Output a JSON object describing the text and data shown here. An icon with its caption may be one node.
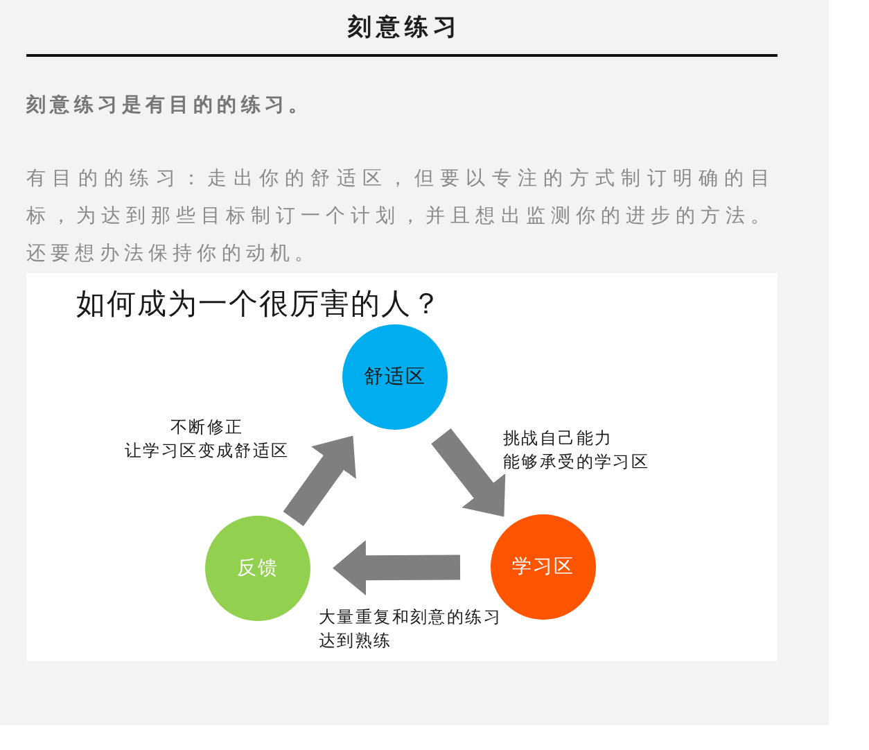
{
  "diagram": {
    "title": "刻意练习",
    "nodes": [
      {
        "text": [
          "舒适区"
        ]
      },
      {
        "text": [
          "学习区"
        ]
      },
      {
        "text": [
          "反馈"
        ]
      }
    ],
    "edges": [
      {
        "from": 0,
        "to": 1,
        "arrow": "to",
        "label": "挑战自己能力能够承受的学习区"
      },
      {
        "from": 1,
        "to": 2,
        "arrow": "to",
        "label": "大量重复和刻意的练习达到熟练"
      },
      {
        "from": 2,
        "to": 0,
        "arrow": "to",
        "label": "不断修正让学习区变成舒适区"
      }
    ],
    "labels": [
      "刻意练习是有目的的练习。",
      "有目的的练习：走出你的舒适区，但要以专注的方式制订明确的目标，为达到那些目标制订一个计划，并且想出监测你的进步的方法。还要想办法保持你的动机。",
      "如何成为一个很厉害的人？"
    ]
  }
}
